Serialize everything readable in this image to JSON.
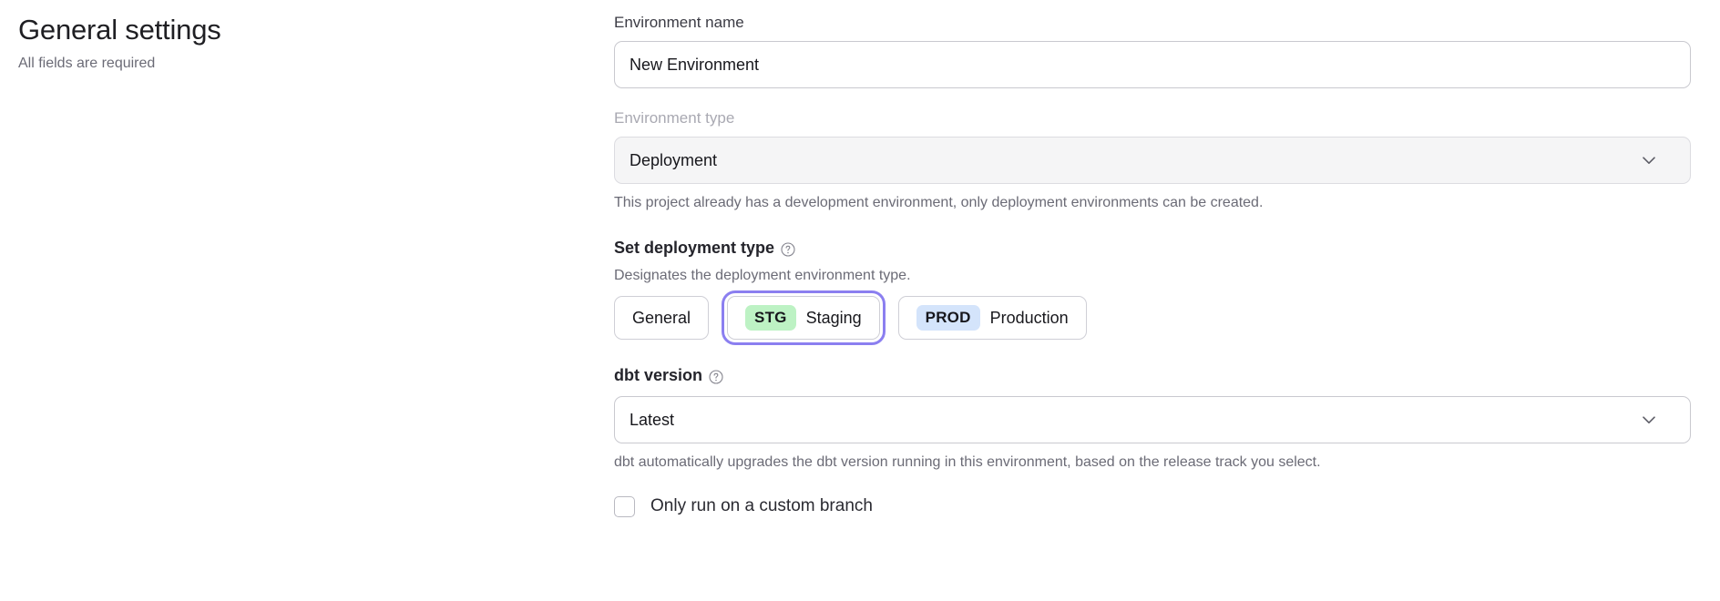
{
  "header": {
    "title": "General settings",
    "subtitle": "All fields are required"
  },
  "form": {
    "environment_name": {
      "label": "Environment name",
      "value": "New Environment",
      "placeholder": "Environment name"
    },
    "environment_type": {
      "label": "Environment type",
      "value": "Deployment",
      "chevron_icon": "chevron-down-icon",
      "helper": "This project already has a development environment, only deployment environments can be created.",
      "disabled": true
    },
    "deployment_type": {
      "heading": "Set deployment type",
      "help_icon": "question-circle-icon",
      "description": "Designates the deployment environment type.",
      "options": [
        {
          "label": "General",
          "badge": "",
          "badge_color": "",
          "selected": false
        },
        {
          "label": "Staging",
          "badge": "STG",
          "badge_color": "#bdf2c4",
          "selected": true
        },
        {
          "label": "Production",
          "badge": "PROD",
          "badge_color": "#d4e4fb",
          "selected": false
        }
      ]
    },
    "dbt_version": {
      "heading": "dbt version",
      "help_icon": "question-circle-icon",
      "value": "Latest",
      "chevron_icon": "chevron-down-icon",
      "helper": "dbt automatically upgrades the dbt version running in this environment, based on the release track you select."
    },
    "custom_branch": {
      "label": "Only run on a custom branch",
      "checked": false
    }
  },
  "colors": {
    "focus_ring": "#8b7ff0",
    "staging_badge": "#bdf2c4",
    "production_badge": "#d4e4fb",
    "muted_text": "#6b6b76"
  }
}
